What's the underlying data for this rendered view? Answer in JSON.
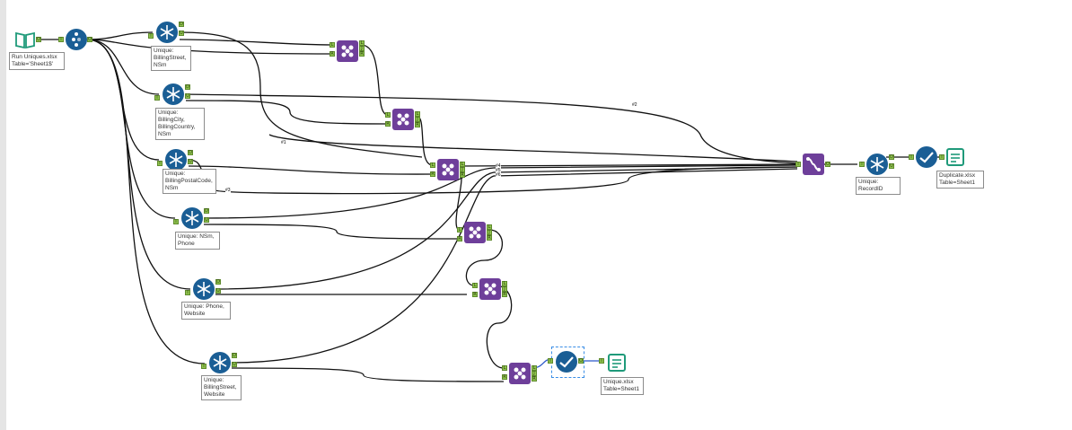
{
  "tools": {
    "input": {
      "annotation": "Run Uniques.xlsx\nTable='Sheet1$'"
    },
    "u1": {
      "annotation": "Unique:\nBillingStreet,\nNSm"
    },
    "u2": {
      "annotation": "Unique:\nBillingCity,\nBillingCountry,\nNSm"
    },
    "u3": {
      "annotation": "Unique:\nBillingPostalCode,\nNSm"
    },
    "u4": {
      "annotation": "Unique: NSm,\nPhone"
    },
    "u5": {
      "annotation": "Unique: Phone,\nWebsite"
    },
    "u6": {
      "annotation": "Unique:\nBillingStreet,\nWebsite"
    },
    "u7": {
      "annotation": "Unique: RecordID"
    },
    "out1": {
      "annotation": "Duplicate.xlsx\nTable=Sheet1"
    },
    "out2": {
      "annotation": "Unique.xlsx\nTable=Sheet1"
    }
  },
  "anchors": {
    "input": "I",
    "unique": "U",
    "duplicate": "D",
    "join_left": "L",
    "join_right": "R",
    "join_inner": "J",
    "output": "O"
  },
  "wire_labels": {
    "w1": "#1",
    "w2": "#2",
    "w3": "#3",
    "w4": "#4",
    "w5": "#5",
    "w6": "#6"
  }
}
